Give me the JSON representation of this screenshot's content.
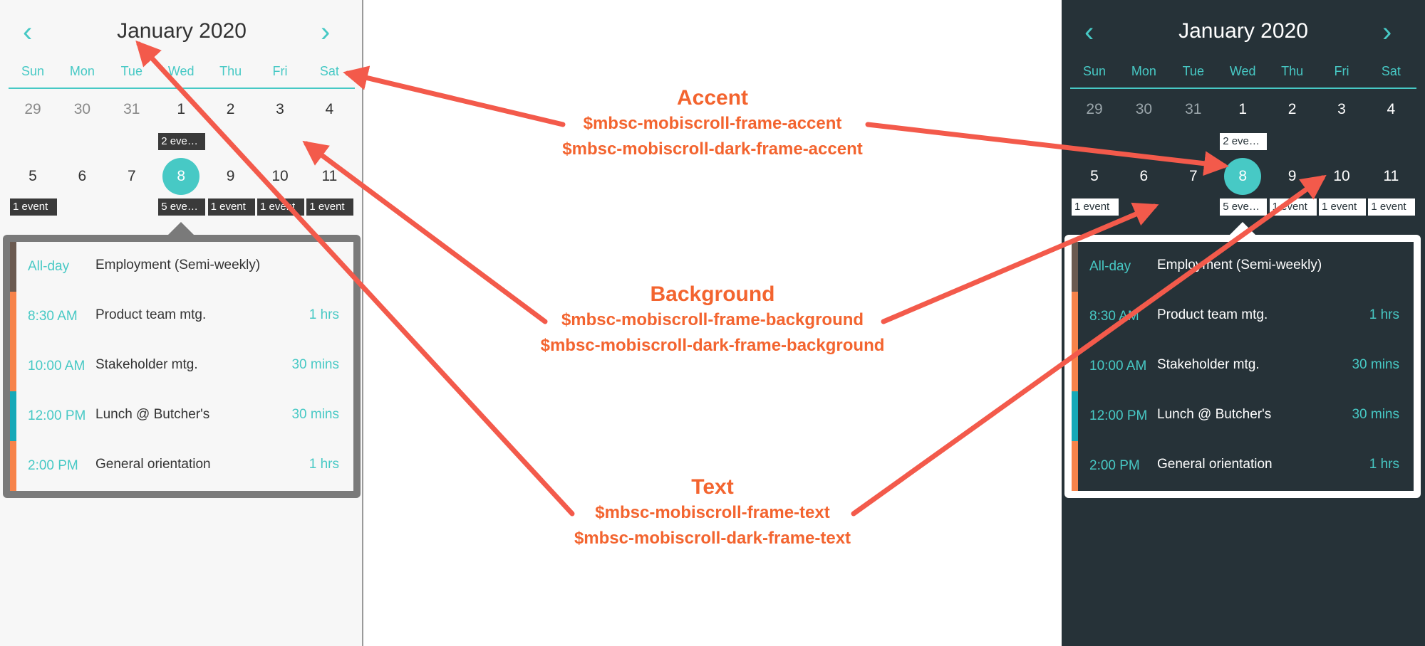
{
  "colors": {
    "accent": "#47c9c5",
    "arrow": "#f35a4b",
    "callout_text": "#f3642f",
    "light_bg": "#f7f7f7",
    "dark_bg": "#263238",
    "bar_brown": "#6b5a50",
    "bar_orange": "#f7834a",
    "bar_teal": "#16a9b8"
  },
  "calendar": {
    "month": "January 2020",
    "prev_icon": "‹",
    "next_icon": "›",
    "weekdays": [
      "Sun",
      "Mon",
      "Tue",
      "Wed",
      "Thu",
      "Fri",
      "Sat"
    ],
    "week1": [
      "29",
      "30",
      "31",
      "1",
      "2",
      "3",
      "4"
    ],
    "week2": [
      "5",
      "6",
      "7",
      "8",
      "9",
      "10",
      "11"
    ],
    "week1_labels": [
      "",
      "",
      "",
      "2 eve…",
      "",
      "",
      ""
    ],
    "week2_labels": [
      "1 event",
      "",
      "",
      "5 eve…",
      "1 event",
      "1 event",
      "1 event"
    ]
  },
  "events": [
    {
      "time": "All-day",
      "title": "Employment (Semi-weekly)",
      "duration": "",
      "bar": "brown"
    },
    {
      "time": "8:30 AM",
      "title": "Product team mtg.",
      "duration": "1 hrs",
      "bar": "orange"
    },
    {
      "time": "10:00 AM",
      "title": "Stakeholder mtg.",
      "duration": "30 mins",
      "bar": "orange"
    },
    {
      "time": "12:00 PM",
      "title": "Lunch @ Butcher's",
      "duration": "30 mins",
      "bar": "teal"
    },
    {
      "time": "2:00 PM",
      "title": "General orientation",
      "duration": "1 hrs",
      "bar": "orange"
    }
  ],
  "callouts": {
    "accent": {
      "heading": "Accent",
      "var1": "$mbsc-mobiscroll-frame-accent",
      "var2": "$mbsc-mobiscroll-dark-frame-accent"
    },
    "background": {
      "heading": "Background",
      "var1": "$mbsc-mobiscroll-frame-background",
      "var2": "$mbsc-mobiscroll-dark-frame-background"
    },
    "text": {
      "heading": "Text",
      "var1": "$mbsc-mobiscroll-frame-text",
      "var2": "$mbsc-mobiscroll-dark-frame-text"
    }
  }
}
